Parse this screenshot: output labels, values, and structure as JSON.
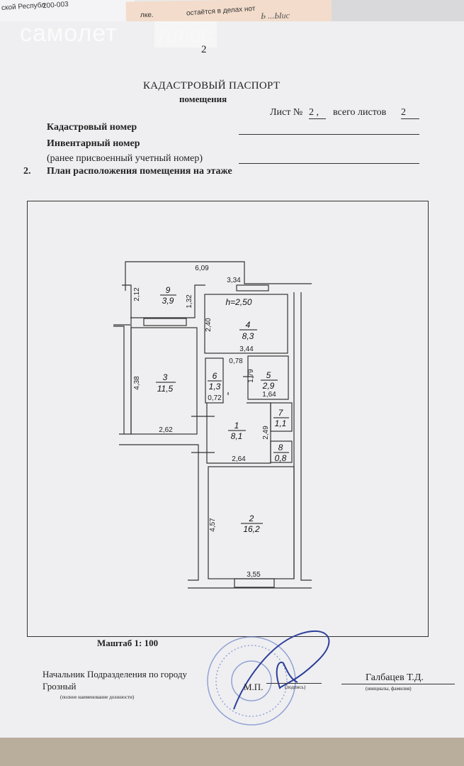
{
  "background_papers": {
    "left_text": "ской Республ",
    "left_text2": "200-003",
    "middle_text1": "лке.",
    "middle_text2": "остаётся в делах нот",
    "handwriting": "Ь ...Ыис"
  },
  "watermark": {
    "brand": "самолет",
    "plus": "плюс"
  },
  "document": {
    "page_number": "2",
    "title": "КАДАСТРОВЫЙ ПАСПОРТ",
    "subtitle": "помещения",
    "sheet_label": "Лист №",
    "sheet_number": "2 ,",
    "total_label": "всего листов",
    "total_sheets": "2",
    "cadastral_number_label": "Кадастровый номер",
    "inventory_number_label": "Инвентарный номер",
    "previous_number_label": "(ранее присвоенный учетный номер)",
    "section_number": "2.",
    "section_title": "План расположения помещения на этаже",
    "scale": "Маштаб 1: 100",
    "position_line1": "Начальник Подразделения по городу",
    "position_line2": "Грозный",
    "position_caption": "(полное наименование должности)",
    "stamp_label": "М.П.",
    "signature_caption": "(подпись)",
    "signer_name": "Галбацев Т.Д.",
    "signer_caption": "(инициалы, фамилия)"
  },
  "floor_plan": {
    "ceiling_height": "h=2,50",
    "rooms": [
      {
        "number": "1",
        "area": "8,1"
      },
      {
        "number": "2",
        "area": "16,2"
      },
      {
        "number": "3",
        "area": "11,5"
      },
      {
        "number": "4",
        "area": "8,3"
      },
      {
        "number": "5",
        "area": "2,9"
      },
      {
        "number": "6",
        "area": "1,3"
      },
      {
        "number": "7",
        "area": "1,1"
      },
      {
        "number": "8",
        "area": "0,8"
      },
      {
        "number": "9",
        "area": "3,9"
      }
    ],
    "dimensions": {
      "d609": "6,09",
      "d334": "3,34",
      "d212": "2,12",
      "d132": "1,32",
      "d240": "2,40",
      "d344": "3,44",
      "d078": "0,78",
      "d438": "4,38",
      "d179": "1,79",
      "d164": "1,64",
      "d072": "0,72",
      "d262": "2,62",
      "d249": "2,49",
      "d264": "2,64",
      "d457": "4,57",
      "d355": "3,55"
    }
  }
}
